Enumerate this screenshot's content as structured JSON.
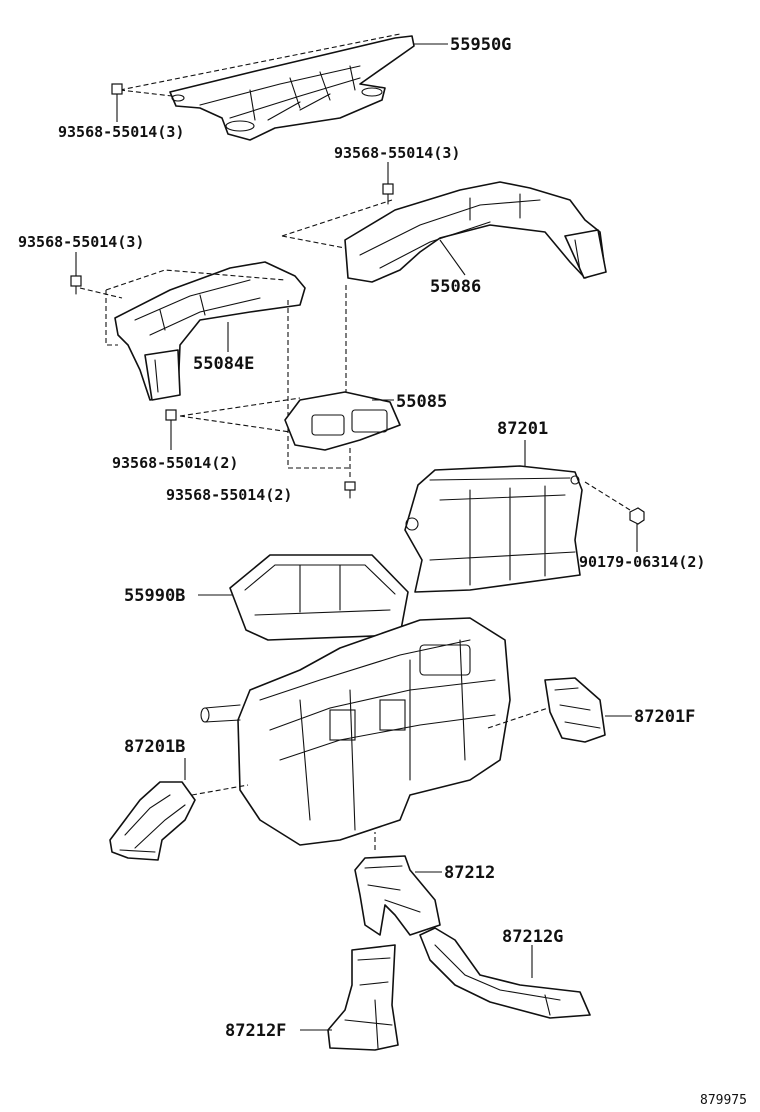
{
  "parts": {
    "p55950G": "55950G",
    "p93568_a": "93568-55014(3)",
    "p93568_b": "93568-55014(3)",
    "p93568_c": "93568-55014(3)",
    "p55086": "55086",
    "p55084E": "55084E",
    "p55085": "55085",
    "p93568_d": "93568-55014(2)",
    "p93568_e": "93568-55014(2)",
    "p87201": "87201",
    "p90179": "90179-06314(2)",
    "p55990B": "55990B",
    "p87201F": "87201F",
    "p87201B": "87201B",
    "p87212": "87212",
    "p87212G": "87212G",
    "p87212F": "87212F"
  },
  "reference_number": "879975"
}
